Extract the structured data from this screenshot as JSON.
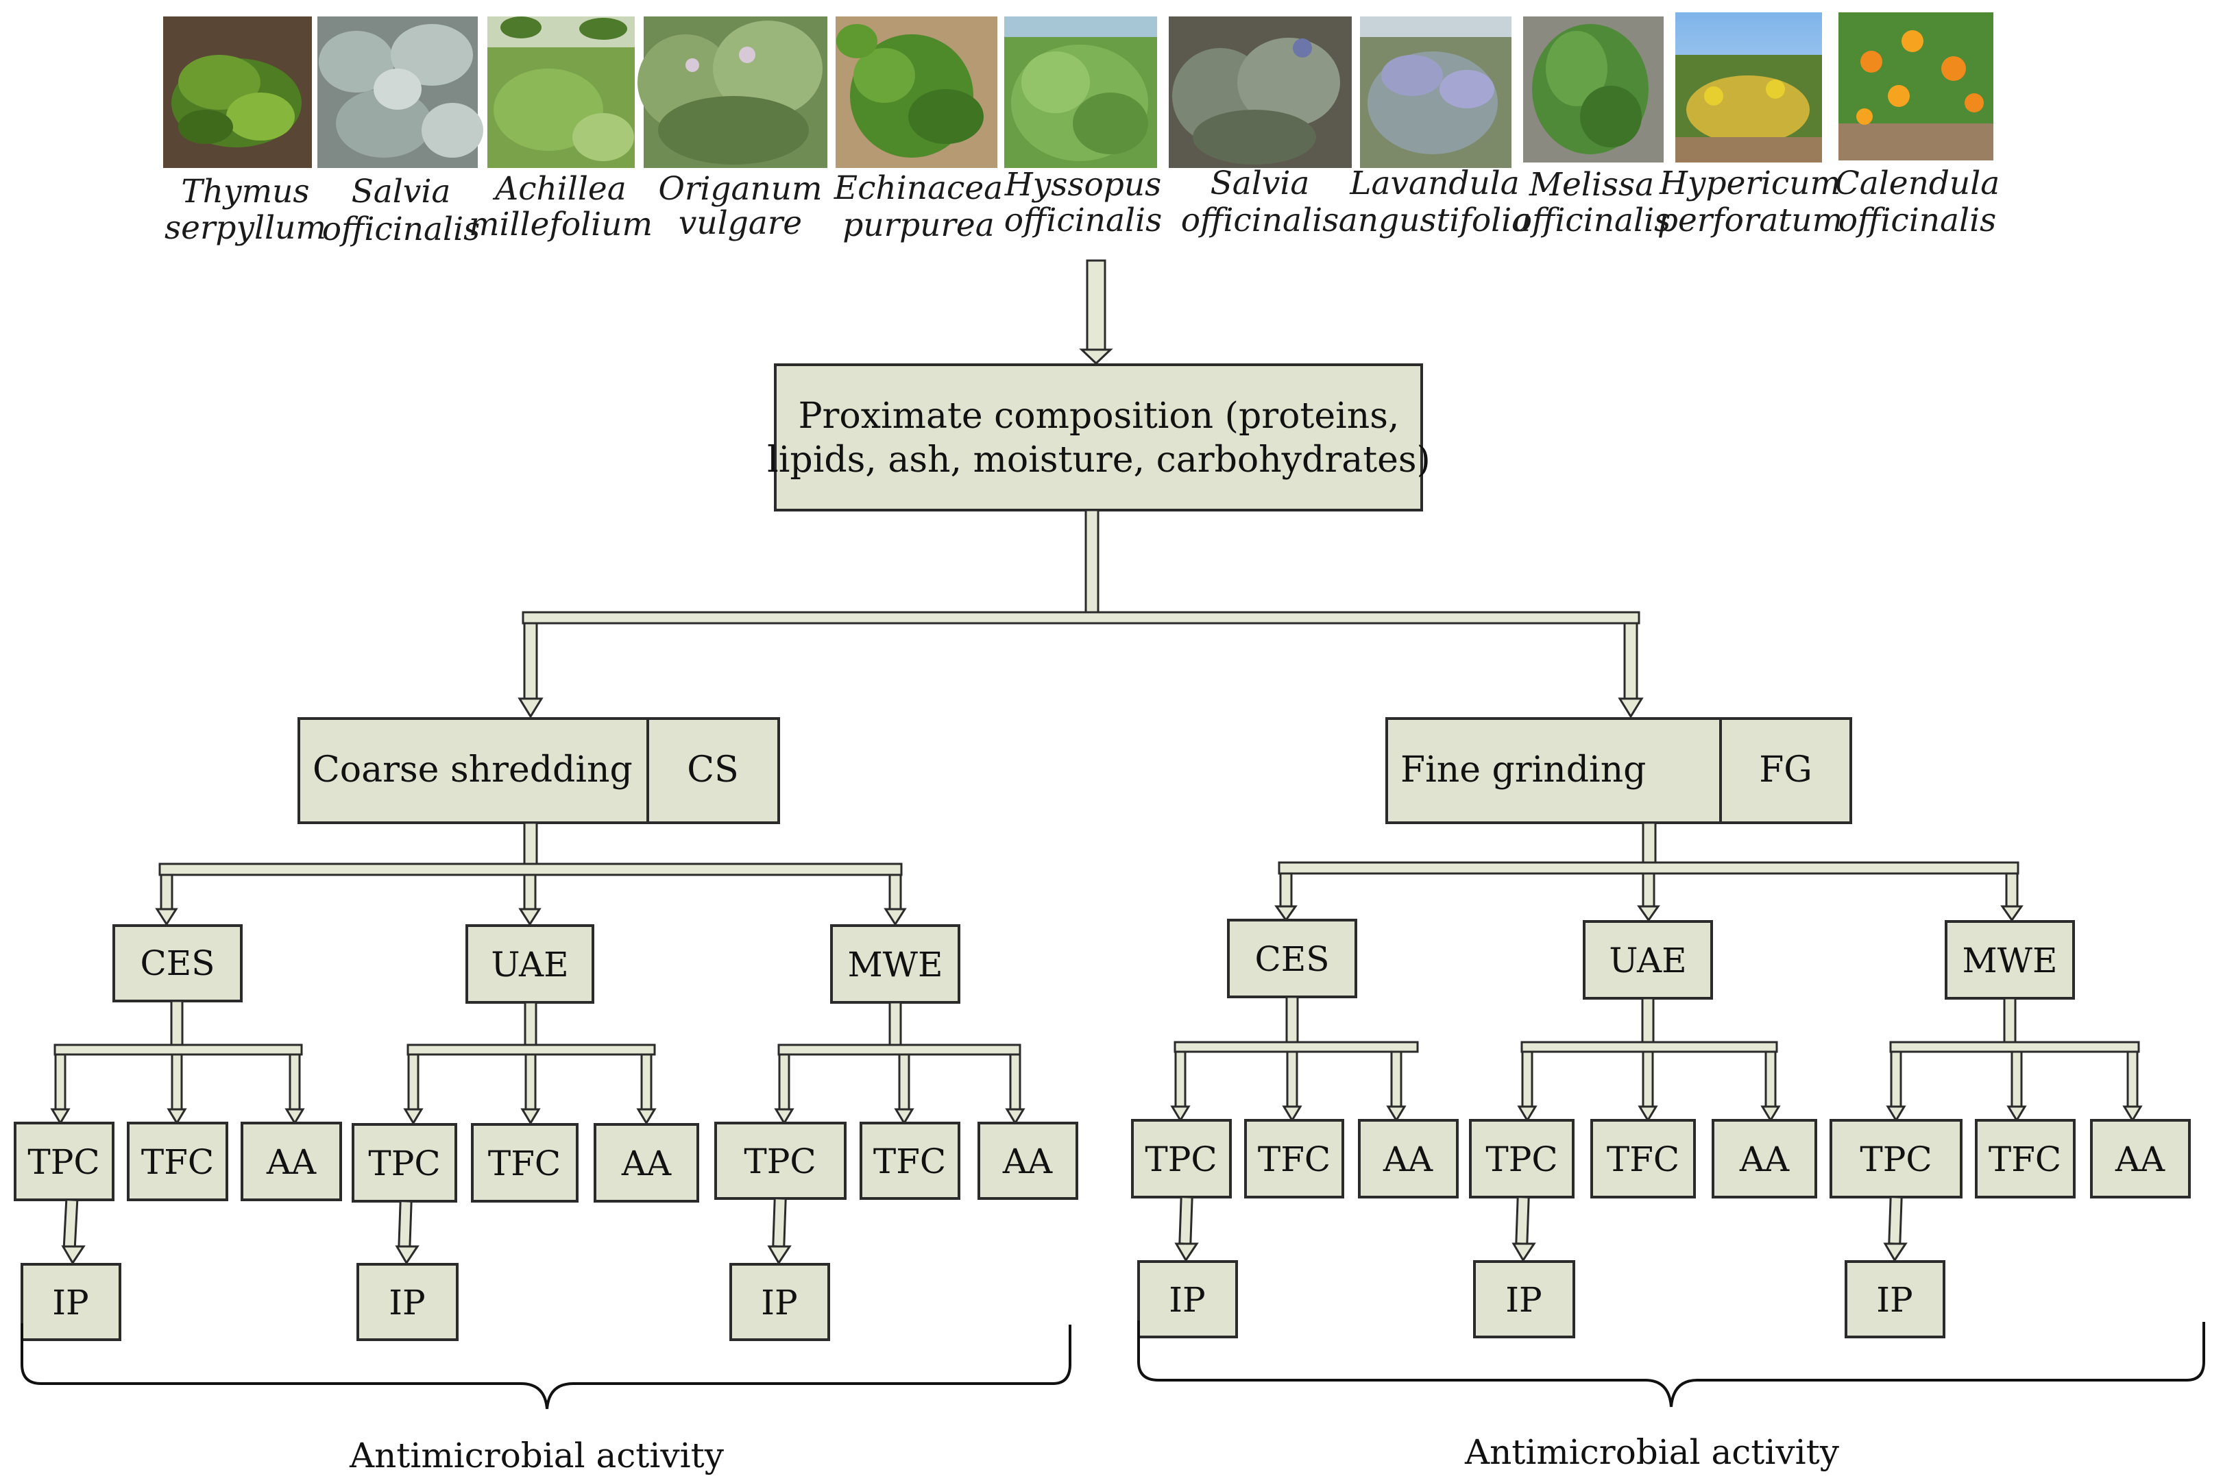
{
  "colors": {
    "box_fill": "#dfe3cf",
    "pipe_fill": "#e6e8d6",
    "stroke": "#2b2b2b"
  },
  "plants": [
    {
      "line1": "Thymus",
      "line2": "serpyllum",
      "photo": "creeping thyme plant"
    },
    {
      "line1": "Salvia",
      "line2": "officinalis",
      "photo": "sage leaves"
    },
    {
      "line1": "Achillea",
      "line2": "millefolium",
      "photo": "yarrow field"
    },
    {
      "line1": "Origanum",
      "line2": "vulgare",
      "photo": "oregano bush"
    },
    {
      "line1": "Echinacea",
      "line2": "purpurea",
      "photo": "echinacea plant"
    },
    {
      "line1": "Hyssopus",
      "line2": "officinalis",
      "photo": "hyssop bush"
    },
    {
      "line1": "Salvia",
      "line2": "officinalis",
      "photo": "sage bush"
    },
    {
      "line1": "Lavandula",
      "line2": "angustifolia",
      "photo": "lavender"
    },
    {
      "line1": "Melissa",
      "line2": "officinalis",
      "photo": "lemon balm"
    },
    {
      "line1": "Hypericum",
      "line2": "perforatum",
      "photo": "st johns wort"
    },
    {
      "line1": "Calendula",
      "line2": "officinalis",
      "photo": "calendula flowers"
    }
  ],
  "proximate": {
    "line1": "Proximate composition (proteins,",
    "line2": "lipids, ash, moisture, carbohydrates)"
  },
  "branches": [
    {
      "label": "Coarse shredding",
      "abbr": "CS",
      "extractions": [
        {
          "name": "CES",
          "assays": [
            "TPC",
            "TFC",
            "AA"
          ],
          "ip": "IP"
        },
        {
          "name": "UAE",
          "assays": [
            "TPC",
            "TFC",
            "AA"
          ],
          "ip": "IP"
        },
        {
          "name": "MWE",
          "assays": [
            "TPC",
            "TFC",
            "AA"
          ],
          "ip": "IP"
        }
      ],
      "footer": "Antimicrobial activity"
    },
    {
      "label": "Fine grinding",
      "abbr": "FG",
      "extractions": [
        {
          "name": "CES",
          "assays": [
            "TPC",
            "TFC",
            "AA"
          ],
          "ip": "IP"
        },
        {
          "name": "UAE",
          "assays": [
            "TPC",
            "TFC",
            "AA"
          ],
          "ip": "IP"
        },
        {
          "name": "MWE",
          "assays": [
            "TPC",
            "TFC",
            "AA"
          ],
          "ip": "IP"
        }
      ],
      "footer": "Antimicrobial activity"
    }
  ]
}
